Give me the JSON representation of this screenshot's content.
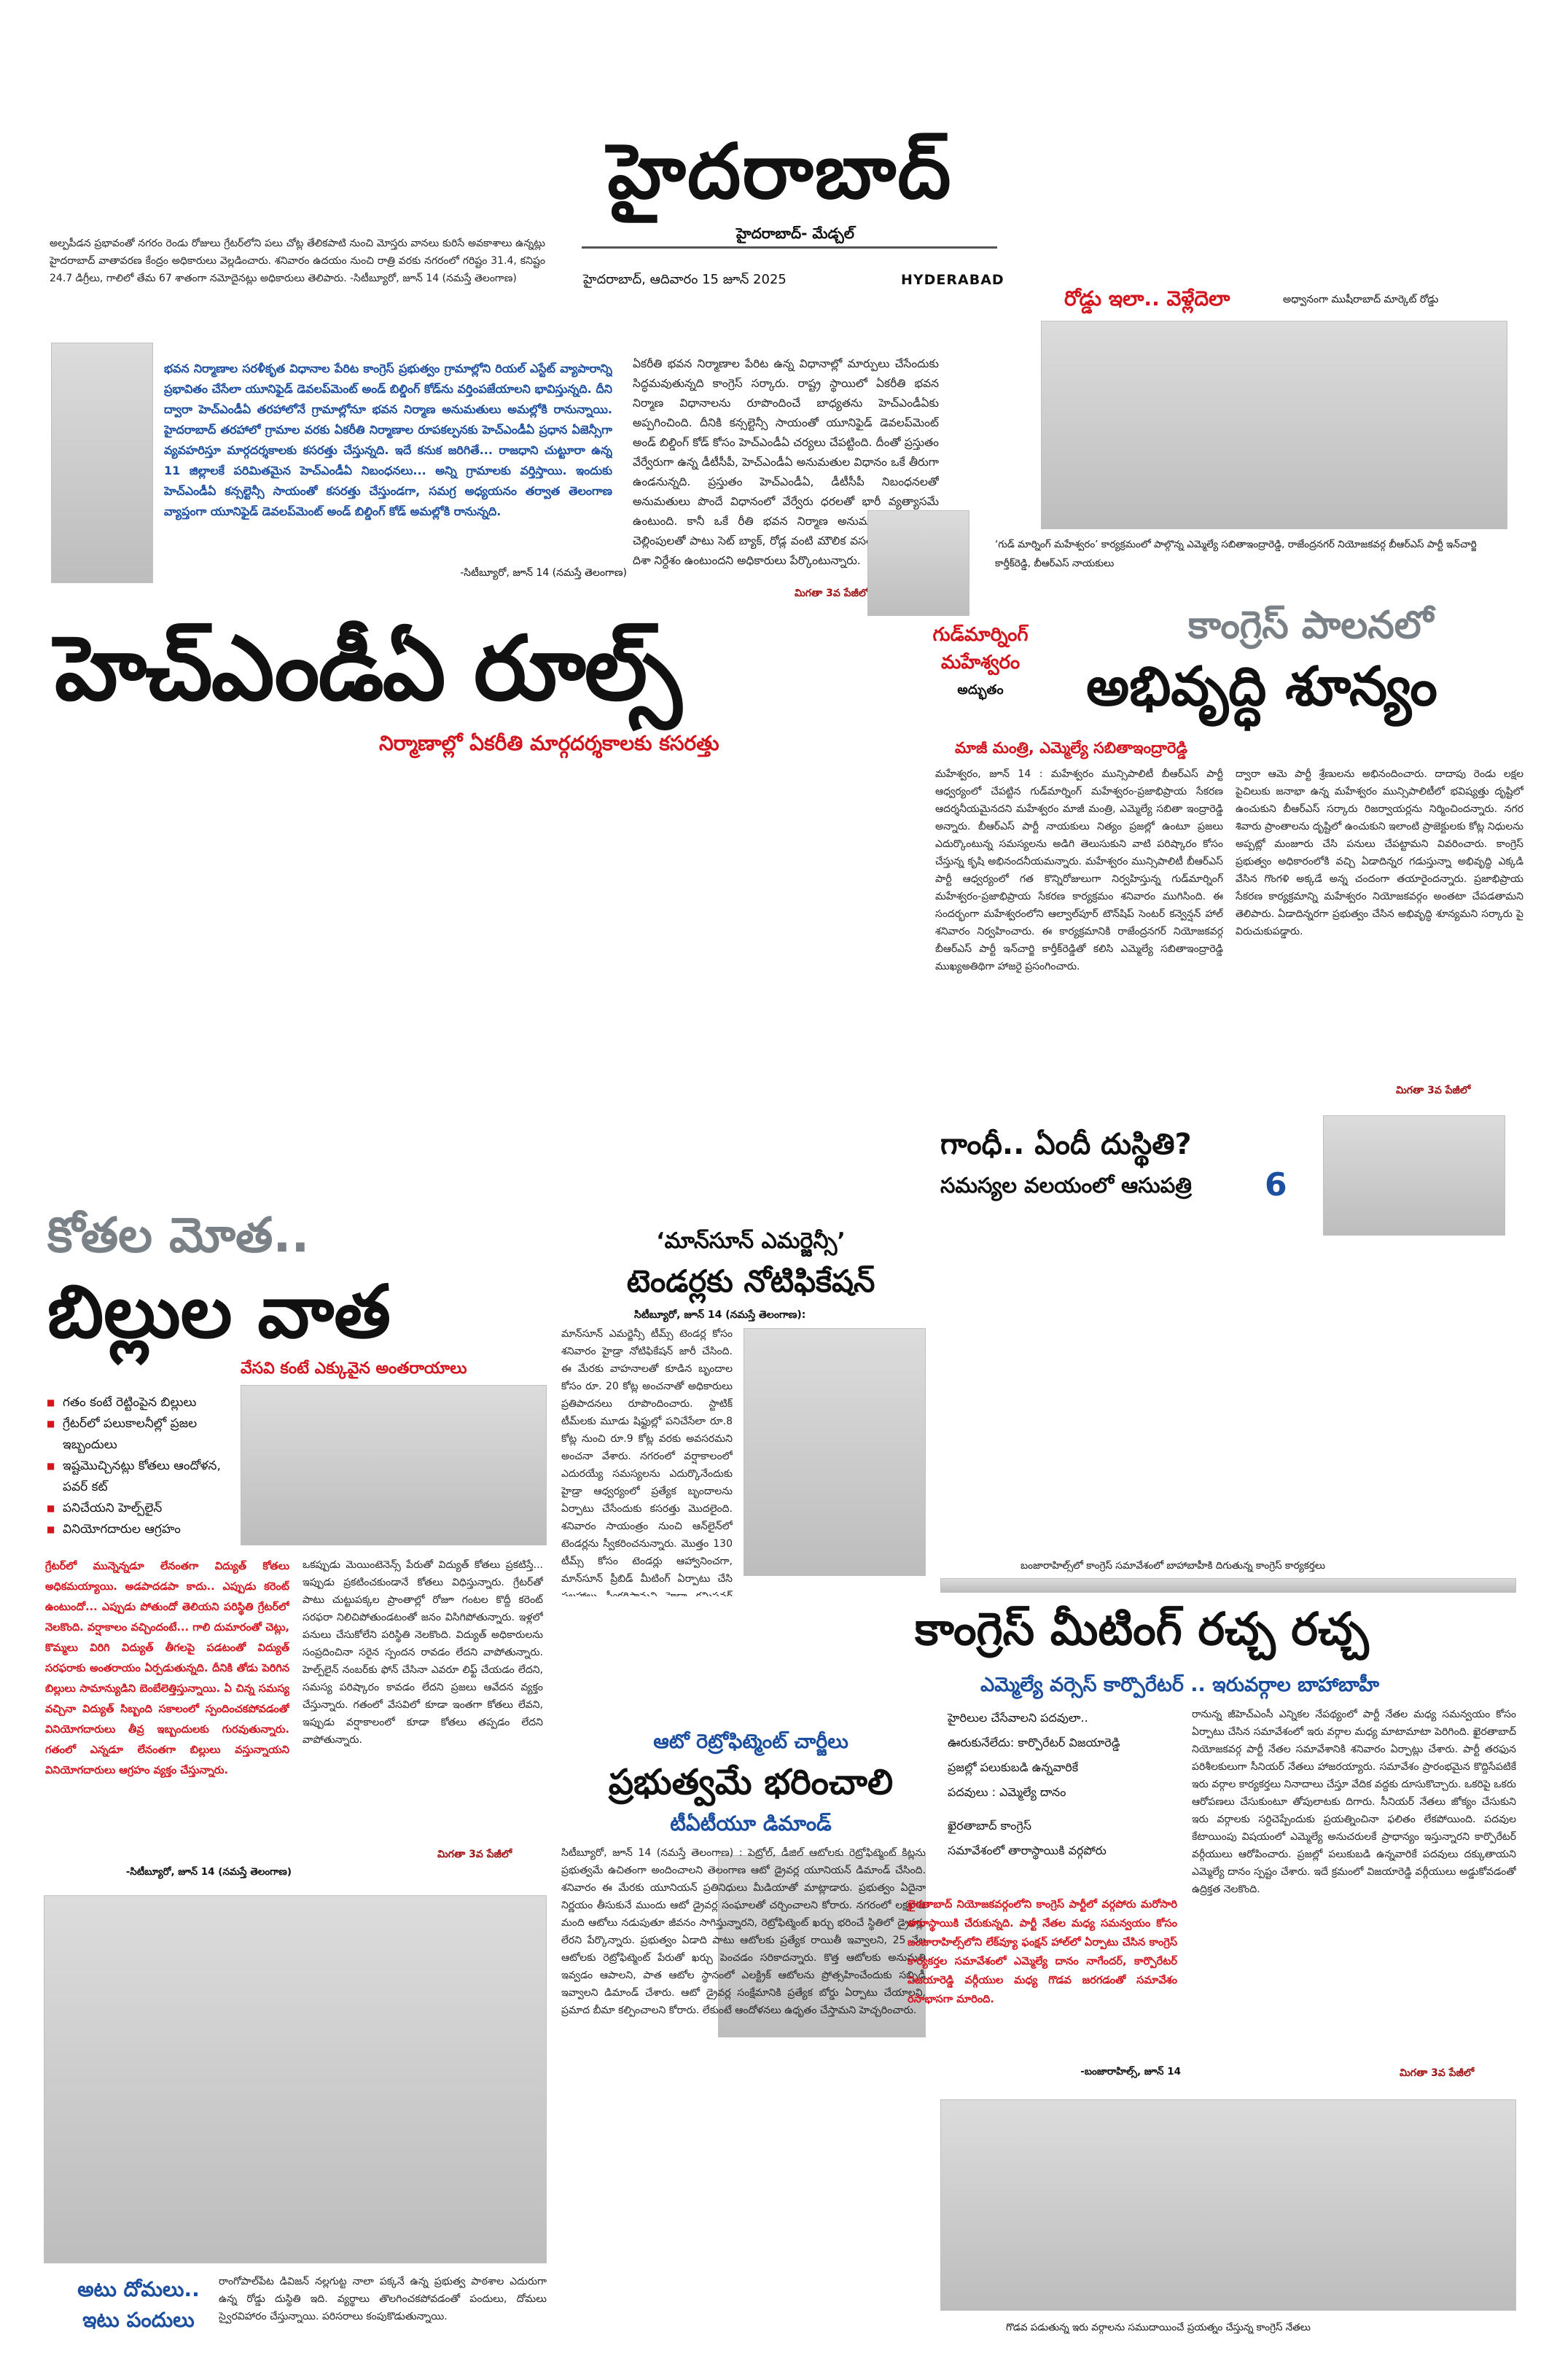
{
  "masthead": {
    "title": "హైదరాబాద్",
    "subtitle": "హైదరాబాద్- మేడ్చల్",
    "date": "హైదరాబాద్, ఆదివారం 15 జూన్ 2025",
    "edition": "HYDERABAD"
  },
  "weather": {
    "text": "అల్పపీడన ప్రభావంతో నగరం రెండు రోజులు గ్రేటర్‌లోని పలు చోట్ల తేలికపాటి నుంచి మోస్తరు వానలు కురిసే అవకాశాలు ఉన్నట్లు హైదరాబాద్ వాతావరణ కేంద్రం అధికారులు వెల్లడించారు. శనివారం ఉదయం నుంచి రాత్రి వరకు నగరంలో గరిష్టం 31.4, కనిష్టం 24.7 డిగ్రీలు, గాలిలో తేమ 67 శాతంగా నమోదైనట్లు అధికారులు తెలిపారు.",
    "credit": "-సిటీబ్యూరో, జూన్ 14 (నమస్తే తెలంగాణ)"
  },
  "road_photo": {
    "title": "రోడ్డు ఇలా.. వెళ్లేదెలా",
    "caption": "అధ్వానంగా ముషీరాబాద్ మార్కెట్ రోడ్డు"
  },
  "hmda": {
    "lead": "భవన నిర్మాణాల సరళీకృత విధానాల పేరిట కాంగ్రెస్ ప్రభుత్వం గ్రామాల్లోని రియల్ ఎస్టేట్ వ్యాపారాన్ని ప్రభావితం చేసేలా యూనిఫైడ్ డెవలప్‌మెంట్ అండ్ బిల్డింగ్ కోడ్‌ను వర్తింపజేయాలని భావిస్తున్నది. దీని ద్వారా హెచ్‌ఎండీఏ తరహాలోనే గ్రామాల్లోనూ భవన నిర్మాణ అనుమతులు అమల్లోకి రానున్నాయి. హైదరాబాద్ తరహాలో గ్రామాల వరకు ఏకరీతి నిర్మాణాల రూపకల్పనకు హెచ్‌ఎండీఏ ప్రధాన ఏజెన్సీగా వ్యవహరిస్తూ మార్గదర్శకాలకు కసరత్తు చేస్తున్నది. ఇదే కనుక జరిగితే... రాజధాని చుట్టూరా ఉన్న 11 జిల్లాలకే పరిమితమైన హెచ్‌ఎండీఏ నిబంధనలు... అన్ని గ్రామాలకు వర్తిస్తాయి. ఇందుకు హెచ్‌ఎండీఏ కన్సల్టెన్సీ సాయంతో కసరత్తు చేస్తుండగా, సమగ్ర అధ్యయనం తర్వాత తెలంగాణ వ్యాప్తంగా యూనిఫైడ్ డెవలప్‌మెంట్ అండ్ బిల్డింగ్ కోడ్ అమల్లోకి రానున్నది.",
    "lead_credit": "-సిటీబ్యూరో, జూన్ 14 (నమస్తే తెలంగాణ)",
    "body": "ఏకరీతి భవన నిర్మాణాల పేరిట ఉన్న విధానాల్లో మార్పులు చేసేందుకు సిద్ధమవుతున్నది కాంగ్రెస్ సర్కారు. రాష్ట్ర స్థాయిలో ఏకరీతి భవన నిర్మాణ విధానాలను రూపొందించే బాధ్యతను హెచ్‌ఎండీఏకు అప్పగించింది. దీనికి కన్సల్టెన్సీ సాయంతో యూనిఫైడ్ డెవలప్‌మెంట్ అండ్ బిల్డింగ్ కోడ్ కోసం హెచ్‌ఎండీఏ చర్యలు చేపట్టింది. దీంతో ప్రస్తుతం వేర్వేరుగా ఉన్న డీటీసీపీ, హెచ్‌ఎండీఏ అనుమతుల విధానం ఒకే తీరుగా ఉండనున్నది. ప్రస్తుతం హెచ్‌ఎండీఏ, డీటీసీపీ నిబంధనలతో అనుమతులు పొందే విధానంలో వేర్వేరు ధరలతో భారీ వ్యత్యాసమే ఉంటుంది. కానీ ఒకే రీతి భవన నిర్మాణ అనుమతులతో ఫీజుల చెల్లింపులతో పాటు సెట్ బ్యాక్, రోడ్ల వంటి మౌలిక వసతుల విషయంలో దిశా నిర్దేశం ఉంటుందని అధికారులు పేర్కొంటున్నారు.",
    "continued": "మిగతా 3వ పేజీలో",
    "headline": "హెచ్‌ఎండీఏ రూల్స్",
    "subhead": "నిర్మాణాల్లో ఏకరీతి మార్గదర్శకాలకు కసరత్తు"
  },
  "congress_rule": {
    "photo_caption": "‘గుడ్ మార్నింగ్ మహేశ్వరం’ కార్యక్రమంలో పాల్గొన్న ఎమ్మెల్యే సబితాఇంద్రారెడ్డి, రాజేంద్రనగర్ నియోజకవర్గ బీఆర్‌ఎస్ పార్టీ ఇన్‌చార్జి కార్తీక్‌రెడ్డి, బీఆర్‌ఎస్ నాయకులు",
    "tag_line1": "గుడ్‌మార్నింగ్",
    "tag_line2": "మహేశ్వరం",
    "tag_line3": "అద్భుతం",
    "kicker": "కాంగ్రెస్ పాలనలో",
    "headline": "అభివృద్ధి శూన్యం",
    "byline": "మాజీ మంత్రి, ఎమ్మెల్యే సబితాఇంద్రారెడ్డి",
    "col1": "మహేశ్వరం, జూన్ 14 : మహేశ్వరం మున్సిపాలిటీ బీఆర్‌ఎస్ పార్టీ ఆధ్వర్యంలో చేపట్టిన గుడ్‌మార్నింగ్ మహేశ్వరం-ప్రజాభిప్రాయ సేకరణ ఆదర్శనీయమైనదని మహేశ్వరం మాజీ మంత్రి, ఎమ్మెల్యే సబితా ఇంద్రారెడ్డి అన్నారు. బీఆర్‌ఎస్ పార్టీ నాయకులు నిత్యం ప్రజల్లో ఉంటూ ప్రజలు ఎదుర్కొంటున్న సమస్యలను అడిగి తెలుసుకుని వాటి పరిష్కారం కోసం చేస్తున్న కృషి అభినందనీయమన్నారు. మహేశ్వరం మున్సిపాలిటీ బీఆర్‌ఎస్ పార్టీ ఆధ్వర్యంలో గత కొన్నిరోజులుగా నిర్వహిస్తున్న గుడ్‌మార్నింగ్ మహేశ్వరం-ప్రజాభిప్రాయ సేకరణ కార్యక్రమం శనివారం ముగిసింది. ఈ సందర్భంగా మహేశ్వరంలోని ఆల్వాల్‌పూర్ టౌన్‌షిప్ సెంటర్ కన్వెన్షన్ హాల్ శనివారం నిర్వహించారు. ఈ కార్యక్రమానికి రాజేంద్రనగర్ నియోజకవర్గ బీఆర్‌ఎస్ పార్టీ ఇన్‌చార్జి కార్తీక్‌రెడ్డితో కలిసి ఎమ్మెల్యే సబితాఇంద్రారెడ్డి ముఖ్యఅతిథిగా హాజరై ప్రసంగించారు.",
    "col2": "ద్వారా ఆమె పార్టీ శ్రేణులను అభినందించారు. దాదాపు రెండు లక్షల పైచిలుకు జనాభా ఉన్న మహేశ్వరం మున్సిపాలిటీలో భవిష్యత్తు దృష్టిలో ఉంచుకుని బీఆర్‌ఎస్ సర్కారు రిజర్వాయర్లను నిర్మించిందన్నారు. నగర శివారు ప్రాంతాలను దృష్టిలో ఉంచుకుని ఇలాంటి ప్రాజెక్టులకు కోట్ల నిధులను అప్పట్లో మంజూరు చేసి పనులు చేపట్టామని వివరించారు. కాంగ్రెస్ ప్రభుత్వం అధికారంలోకి వచ్చి ఏడాదిన్నర గడుస్తున్నా అభివృద్ధి ఎక్కడి వేసిన గొంగళి అక్కడే అన్న చందంగా తయారైందన్నారు. ప్రజాభిప్రాయ సేకరణ కార్యక్రమాన్ని మహేశ్వరం నియోజకవర్గం అంతటా చేపడతామని తెలిపారు. ఏడాదిన్నరగా ప్రభుత్వం చేసిన అభివృద్ధి శూన్యమని సర్కారు పై విరుచుకుపడ్డారు.",
    "continued": "మిగతా 3వ పేజీలో"
  },
  "gandhi": {
    "headline": "గాంధీ.. ఏందీ దుస్థితి?",
    "sub": "సమస్యల వలయంలో ఆసుపత్రి",
    "page": "6"
  },
  "power": {
    "kicker": "కోతల మోత..",
    "headline": "బిల్లుల వాత",
    "subhead": "వేసవి కంటే ఎక్కువైన అంతరాయాలు",
    "bullets": [
      "గతం కంటే రెట్టింపైన బిల్లులు",
      "గ్రేటర్‌లో పలుకాలనీల్లో ప్రజల ఇబ్బందులు",
      "ఇష్టమొచ్చినట్లు కోతలు ఆందోళన, పవర్ కట్",
      "పనిచేయని హెల్ప్‌లైన్",
      "వినియోగదారుల ఆగ్రహం"
    ],
    "lead": "గ్రేటర్‌లో మున్నెన్నడూ లేనంతగా విద్యుత్ కోతలు అధికమయ్యాయి. అడపాదడపా కాదు.. ఎప్పుడు కరెంట్ ఉంటుందో... ఎప్పుడు పోతుందో తెలియని పరిస్థితి గ్రేటర్‌లో నెలకొంది. వర్షాకాలం వచ్చిందంటే... గాలి దుమారంతో చెట్లు, కొమ్మలు విరిగి విద్యుత్ తీగలపై పడటంతో విద్యుత్ సరఫరాకు అంతరాయం ఏర్పడుతున్నది. దీనికి తోడు పెరిగిన బిల్లులు సామాన్యుడిని బెంబేలెత్తిస్తున్నాయి. ఏ చిన్న సమస్య వచ్చినా విద్యుత్ సిబ్బంది సకాలంలో స్పందించకపోవడంతో వినియోగదారులు తీవ్ర ఇబ్బందులకు గురవుతున్నారు. గతంలో ఎన్నడూ లేనంతగా బిల్లులు వస్తున్నాయని వినియోగదారులు ఆగ్రహం వ్యక్తం చేస్తున్నారు.",
    "lead_credit": "-సిటీబ్యూరో, జూన్ 14 (నమస్తే తెలంగాణ)",
    "body": "ఒకప్పుడు మెయింటెనెన్స్ పేరుతో విద్యుత్ కోతలు ప్రకటిస్తే... ఇప్పుడు ప్రకటించకుండానే కోతలు విధిస్తున్నారు. గ్రేటర్‌తో పాటు చుట్టుపక్కల ప్రాంతాల్లో రోజూ గంటల కొద్దీ కరెంట్ సరఫరా నిలిచిపోతుండటంతో జనం విసిగిపోతున్నారు. ఇళ్లలో పనులు చేసుకోలేని పరిస్థితి నెలకొంది. విద్యుత్ అధికారులను సంప్రదించినా సరైన స్పందన రావడం లేదని వాపోతున్నారు. హెల్ప్‌లైన్ నంబర్‌కు ఫోన్ చేసినా ఎవరూ లిఫ్ట్ చేయడం లేదని, సమస్య పరిష్కారం కావడం లేదని ప్రజలు ఆవేదన వ్యక్తం చేస్తున్నారు. గతంలో వేసవిలో కూడా ఇంతగా కోతలు లేవని, ఇప్పుడు వర్షాకాలంలో కూడా కోతలు తప్పడం లేదని వాపోతున్నారు.",
    "continued": "మిగతా 3వ పేజీలో"
  },
  "monsoon": {
    "kicker": "‘మాన్‌సూన్ ఎమర్జెన్సీ’",
    "headline": "టెండర్లకు నోటిఫికేషన్",
    "credit": "సిటీబ్యూరో, జూన్ 14 (నమస్తే తెలంగాణ):",
    "body": "మాన్‌సూన్ ఎమర్జెన్సీ టీమ్స్ టెండర్ల కోసం శనివారం హైడ్రా నోటిఫికేషన్ జారీ చేసింది. ఈ మేరకు వాహనాలతో కూడిన బృందాల కోసం రూ. 20 కోట్ల అంచనాతో అధికారులు ప్రతిపాదనలు రూపొందించారు. స్టాటిక్ టీమ్‌లకు మూడు షిఫ్టుల్లో పనిచేసేలా రూ.8 కోట్ల నుంచి రూ.9 కోట్ల వరకు అవసరమని అంచనా వేశారు. నగరంలో వర్షాకాలంలో ఎదురయ్యే సమస్యలను ఎదుర్కొనేందుకు హైడ్రా ఆధ్వర్యంలో ప్రత్యేక బృందాలను ఏర్పాటు చేసేందుకు కసరత్తు మొదలైంది. శనివారం సాయంత్రం నుంచి ఆన్‌లైన్‌లో టెండర్లను స్వీకరించనున్నారు. మొత్తం 130 టీమ్స్ కోసం టెండర్లు ఆహ్వానించగా, మాన్‌సూన్ ప్రీబిడ్ మీటింగ్ ఏర్పాటు చేసి సలహాలు స్వీకరిస్తామని హైడ్రా కమిషనర్ రంగనాథ్ తెలిపారు."
  },
  "auto": {
    "kicker": "ఆటో రెట్రోఫిట్మెంట్ చార్జీలు",
    "headline": "ప్రభుత్వమే భరించాలి",
    "subhead": "టీఏటీయూ డిమాండ్",
    "body": "సిటీబ్యూరో, జూన్ 14 (నమస్తే తెలంగాణ) : పెట్రోల్, డీజిల్ ఆటోలకు రెట్రోఫిట్మెంట్ కిట్లను ప్రభుత్వమే ఉచితంగా అందించాలని తెలంగాణ ఆటో డ్రైవర్ల యూనియన్ డిమాండ్ చేసింది. శనివారం ఈ మేరకు యూనియన్ ప్రతినిధులు మీడియాతో మాట్లాడారు. ప్రభుత్వం ఏదైనా నిర్ణయం తీసుకునే ముందు ఆటో డ్రైవర్ల సంఘాలతో చర్చించాలని కోరారు. నగరంలో లక్షలాది మంది ఆటోలు నడుపుతూ జీవనం సాగిస్తున్నారని, రెట్రోఫిట్మెంట్ ఖర్చు భరించే స్థితిలో డ్రైవర్లు లేరని పేర్కొన్నారు. ప్రభుత్వం ఏడాది పాటు ఆటోలకు ప్రత్యేక రాయితీ ఇవ్వాలని, 25 వేల ఆటోలకు రెట్రోఫిట్మెంట్ పేరుతో ఖర్చు పెంచడం సరికాదన్నారు. కొత్త ఆటోలకు అనుమతి ఇవ్వడం ఆపాలని, పాత ఆటోల స్థానంలో ఎలక్ట్రిక్ ఆటోలను ప్రోత్సహించేందుకు సబ్సిడీ ఇవ్వాలని డిమాండ్ చేశారు. ఆటో డ్రైవర్ల సంక్షేమానికి ప్రత్యేక బోర్డు ఏర్పాటు చేయాలని, ప్రమాద బీమా కల్పించాలని కోరారు. లేకుంటే ఆందోళనలు ఉధృతం చేస్తామని హెచ్చరించారు."
  },
  "banjara": {
    "photo_caption_top": "బంజారాహిల్స్‌లో కాంగ్రెస్ సమావేశంలో బాహాబాహీకి దిగుతున్న కాంగ్రెస్ కార్యకర్తలు",
    "headline": "కాంగ్రెస్ మీటింగ్ రచ్చ రచ్చ",
    "subhead": "ఎమ్మెల్యే వర్సెస్ కార్పొరేటర్ .. ఇరువర్గాల బాహాబాహీ",
    "pull": [
      "హైరిలుల చేసేవాలని పదవులా..",
      "ఊరుకునేలేదు: కార్పొరేటర్ విజయారెడ్డి",
      "ప్రజల్లో పలుకుబడి ఉన్నవారికే",
      "పదవులు : ఎమ్మెల్యే దానం",
      "ఖైరతాబాద్ కాంగ్రెస్",
      "సమావేశంలో తారాస్థాయికి వర్గపోరు"
    ],
    "lead": "ఖైరతాబాద్ నియోజకవర్గంలోని కాంగ్రెస్ పార్టీలో వర్గపోరు మరోసారి తారాస్థాయికి చేరుకున్నది. పార్టీ నేతల మధ్య సమన్వయం కోసం బంజారాహిల్స్‌లోని లేక్‌వ్యూ ఫంక్షన్ హాల్‌లో ఏర్పాటు చేసిన కాంగ్రెస్ కార్యకర్తల సమావేశంలో ఎమ్మెల్యే దానం నాగేందర్, కార్పొరేటర్ విజయారెడ్డి వర్గీయుల మధ్య గొడవ జరగడంతో సమావేశం రసాభాసగా మారింది.",
    "lead_credit": "-బంజారాహిల్స్, జూన్ 14",
    "body": "రానున్న జీహెచ్‌ఎంసీ ఎన్నికల నేపథ్యంలో పార్టీ నేతల మధ్య సమన్వయం కోసం ఏర్పాటు చేసిన సమావేశంలో ఇరు వర్గాల మధ్య మాటామాటా పెరిగింది. ఖైరతాబాద్ నియోజకవర్గ పార్టీ నేతల సమావేశానికి శనివారం ఏర్పాట్లు చేశారు. పార్టీ తరఫున పరిశీలకులుగా సీనియర్ నేతలు హాజరయ్యారు. సమావేశం ప్రారంభమైన కొద్దిసేపటికే ఇరు వర్గాల కార్యకర్తలు నినాదాలు చేస్తూ వేదిక వద్దకు దూసుకొచ్చారు. ఒకరిపై ఒకరు ఆరోపణలు చేసుకుంటూ తోపులాటకు దిగారు. సీనియర్ నేతలు జోక్యం చేసుకుని ఇరు వర్గాలకు సర్దిచెప్పేందుకు ప్రయత్నించినా ఫలితం లేకపోయింది. పదవుల కేటాయింపు విషయంలో ఎమ్మెల్యే అనుచరులకే ప్రాధాన్యం ఇస్తున్నారని కార్పొరేటర్ వర్గీయులు ఆరోపించారు. ప్రజల్లో పలుకుబడి ఉన్నవారికే పదవులు దక్కుతాయని ఎమ్మెల్యే దానం స్పష్టం చేశారు. ఇదే క్రమంలో విజయారెడ్డి వర్గీయులు అడ్డుకోవడంతో ఉద్రిక్తత నెలకొంది.",
    "continued": "మిగతా 3వ పేజీలో",
    "photo_caption_bottom": "గొడవ పడుతున్న ఇరు వర్గాలను సముదాయించే ప్రయత్నం చేస్తున్న కాంగ్రెస్ నేతలు"
  },
  "bottom_brief": {
    "headline_line1": "అటు దోమలు..",
    "headline_line2": "ఇటు పందులు",
    "text": "రాంగోపాల్‌పేట డివిజన్ నల్లగుట్ట నాలా పక్కనే ఉన్న ప్రభుత్వ పాఠశాల ఎదురుగా ఉన్న రోడ్డు దుస్థితి ఇది. వ్యర్థాలు తొలగించకపోవడంతో పందులు, దోమలు స్వైరవిహారం చేస్తున్నాయి. పరిసరాలు కంపుకొడుతున్నాయి."
  }
}
